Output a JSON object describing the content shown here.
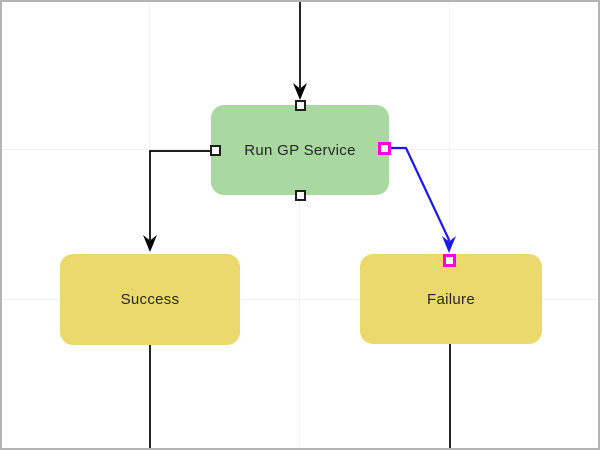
{
  "diagram": {
    "background": "#ffffff",
    "canvas_border_color": "#b3b3b3",
    "grid_color": "#f1f1f1",
    "text_color": "#262626",
    "selection_color": "#ff00dd",
    "handle_fill": "#ffffff",
    "handle_border_color": "#1f1f1f",
    "nodes": [
      {
        "id": "run-gp-service",
        "label": "Run GP Service",
        "kind": "process",
        "fill": "#a9d8a1",
        "selected": false
      },
      {
        "id": "success",
        "label": "Success",
        "kind": "outcome",
        "fill": "#ecd96e",
        "selected": false
      },
      {
        "id": "failure",
        "label": "Failure",
        "kind": "outcome",
        "fill": "#ecd96e",
        "selected": false
      }
    ],
    "edges": [
      {
        "id": "incoming-to-run-gp-service",
        "from": "offscreen-top",
        "to": "run-gp-service",
        "color": "#000000",
        "selected": false
      },
      {
        "id": "run-gp-service-to-success",
        "from": "run-gp-service",
        "to": "success",
        "color": "#000000",
        "selected": false
      },
      {
        "id": "run-gp-service-to-failure",
        "from": "run-gp-service",
        "to": "failure",
        "color": "#1a1aee",
        "selected": true
      },
      {
        "id": "success-outgoing",
        "from": "success",
        "to": "offscreen-bottom",
        "color": "#000000",
        "selected": false
      },
      {
        "id": "failure-outgoing",
        "from": "failure",
        "to": "offscreen-bottom",
        "color": "#000000",
        "selected": false
      }
    ]
  }
}
